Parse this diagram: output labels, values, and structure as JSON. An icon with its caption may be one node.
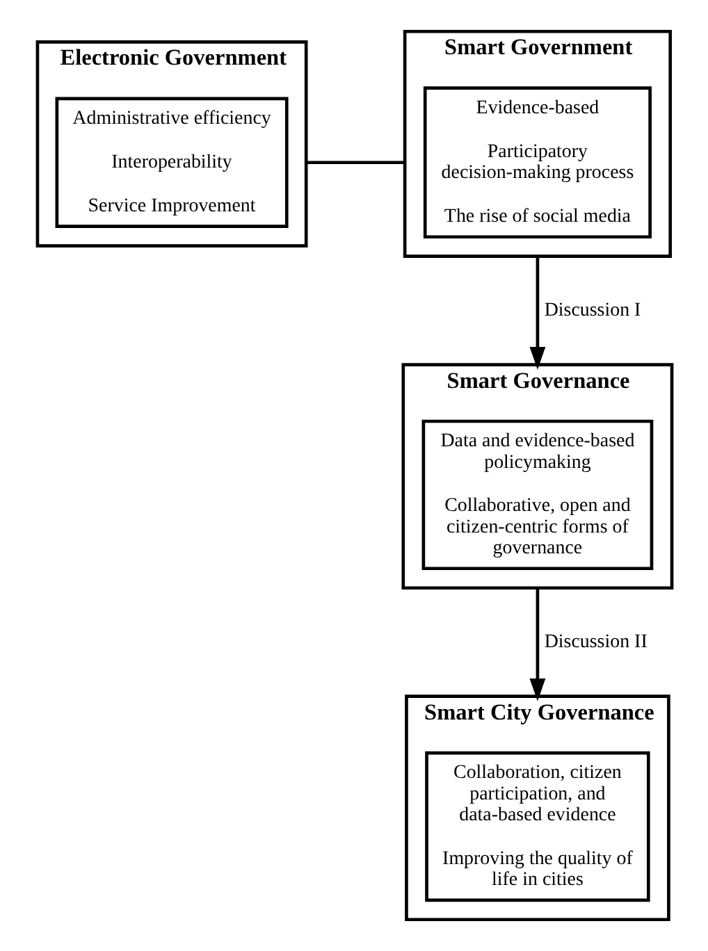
{
  "diagram": {
    "nodes": [
      {
        "text": [
          "Electronic Government"
        ]
      },
      {
        "text": [
          "Administrative efficiency",
          "Interoperability",
          "Service Improvement"
        ],
        "in": 0
      },
      {
        "text": [
          "Smart Government"
        ]
      },
      {
        "text": [
          "Evidence-based",
          "Participatory decision-making process",
          "The rise of social media"
        ],
        "in": 2
      },
      {
        "text": [
          "Smart Governance"
        ]
      },
      {
        "text": [
          "Data and evidence-based policymaking",
          "Collaborative, open and citizen-centric forms of governance"
        ],
        "in": 4
      },
      {
        "text": [
          "Smart City Governance"
        ]
      },
      {
        "text": [
          "Collaboration, citizen participation, and data-based evidence",
          "Improving the quality of life in cities"
        ],
        "in": 6
      }
    ],
    "edges": [
      {
        "from": 0,
        "to": 2,
        "arrow": "none"
      },
      {
        "from": 2,
        "to": 4,
        "arrow": "to",
        "label": "Discussion I"
      },
      {
        "from": 4,
        "to": 6,
        "arrow": "to",
        "label": "Discussion II"
      }
    ]
  }
}
